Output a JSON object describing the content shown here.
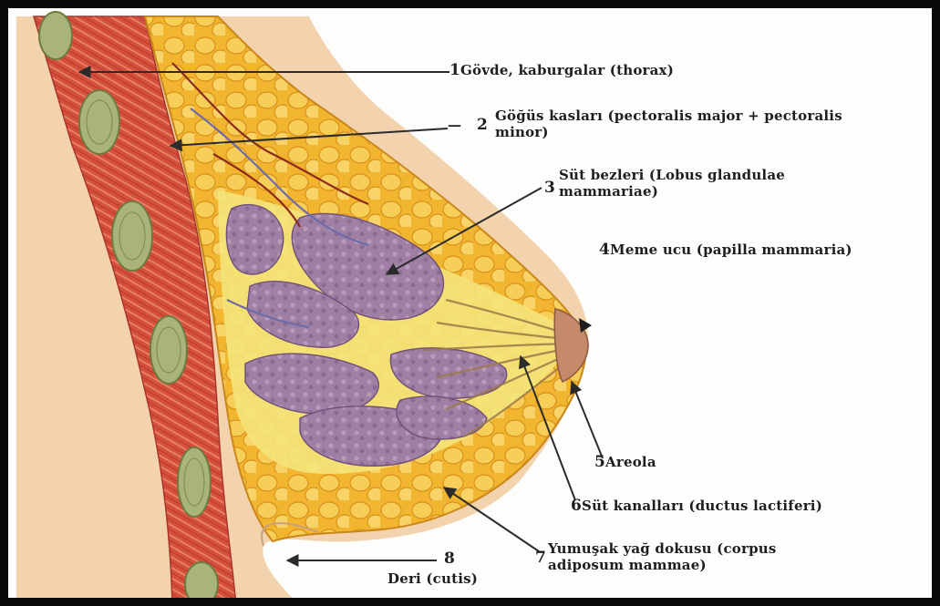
{
  "labels": {
    "l1": {
      "num": "1",
      "text": "Gövde, kaburgalar (thorax)"
    },
    "l2": {
      "num": "2",
      "line1": "Göğüs kasları (pectoralis major + pectoralis",
      "line2": "minor)"
    },
    "l3": {
      "num": "3",
      "line1": "Süt bezleri (Lobus glandulae",
      "line2": "mammariae)"
    },
    "l4": {
      "num": "4",
      "text": "Meme ucu (papilla mammaria)"
    },
    "l5": {
      "num": "5",
      "text": "Areola"
    },
    "l6": {
      "num": "6",
      "text": "Süt kanalları (ductus lactiferi)"
    },
    "l7": {
      "num": "7",
      "line1": "Yumuşak yağ dokusu (corpus",
      "line2": "adiposum mammae)"
    },
    "l8": {
      "num": "8",
      "text": "Deri (cutis)"
    }
  },
  "colors": {
    "skin": "#f3d2ae",
    "muscle": "#d9533f",
    "fat": "#f2b62c",
    "gland": "#9a7ca0",
    "rib": "#a9b47a",
    "arrow": "#2b2b2b"
  }
}
